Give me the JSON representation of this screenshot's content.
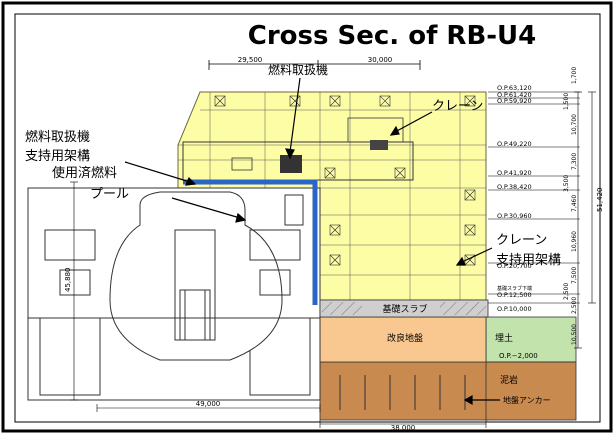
{
  "title": "Cross Sec. of  RB-U4",
  "top_dims": {
    "left": "29,500",
    "right": "30,000"
  },
  "callouts": {
    "fuel_handler": "燃料取扱機",
    "crane": "クレーン",
    "fuel_handler_support_l1": "燃料取扱機",
    "fuel_handler_support_l2": "支持用架構",
    "spent_fuel_pool_l1": "使用済燃料",
    "spent_fuel_pool_l2": "プール",
    "crane_support_l1": "クレーン",
    "crane_support_l2": "支持用架構",
    "base_slab": "基礎スラブ",
    "improved_ground": "改良地盤",
    "fill": "埋土",
    "fill_level": "O.P.−2,000",
    "mudstone": "泥岩",
    "ground_anchor": "地盤アンカー"
  },
  "elevations": [
    "O.P.63,120",
    "O.P.61,420",
    "O.P.59,920",
    "O.P.49,220",
    "O.P.41,920",
    "O.P.38,420",
    "O.P.30,960",
    "O.P.20,700",
    "基礎スラブ下端",
    "O.P.12,500",
    "O.P.10,000"
  ],
  "right_dims": [
    "1,700",
    "1,500",
    "10,700",
    "7,300",
    "3,500",
    "7,460",
    "10,960",
    "7,500",
    "2,500",
    "2,500",
    "10,500"
  ],
  "total_right_dim": "51,420",
  "left_dim": "45,880",
  "bottom_dims": {
    "building": "49,000",
    "slab": "38,000"
  },
  "colors": {
    "frame_fill": "#fdfda6",
    "pool": "#2b65c8",
    "improved_ground": "#f8c890",
    "fill": "#c3e3ad",
    "mudstone": "#c98a50",
    "slab": "#cfcfcf"
  }
}
